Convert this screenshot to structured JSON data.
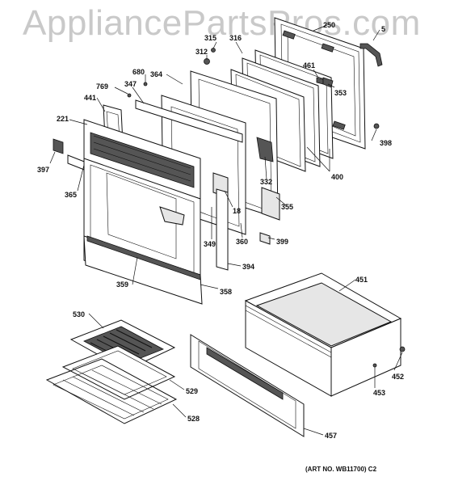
{
  "watermark": "AppliancePartsPros.com",
  "art_number": "(ART NO. WB11700) C2",
  "labels": {
    "l250": "250",
    "l5": "5",
    "l312": "312",
    "l315": "315",
    "l316": "316",
    "l461": "461",
    "l353": "353",
    "l680": "680",
    "l364": "364",
    "l769": "769",
    "l347": "347",
    "l441": "441",
    "l221": "221",
    "l397": "397",
    "l365": "365",
    "l398": "398",
    "l400": "400",
    "l332": "332",
    "l355": "355",
    "l18": "18",
    "l349": "349",
    "l360": "360",
    "l399": "399",
    "l394": "394",
    "l359": "359",
    "l358": "358",
    "l451": "451",
    "l530": "530",
    "l452": "452",
    "l453": "453",
    "l529": "529",
    "l528": "528",
    "l457": "457"
  }
}
